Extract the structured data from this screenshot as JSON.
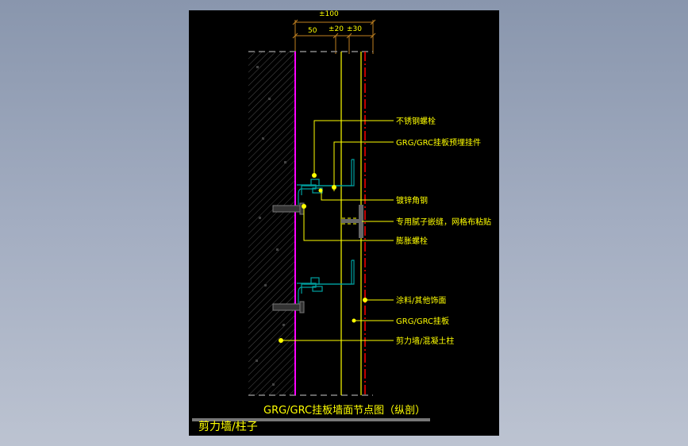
{
  "drawing": {
    "title": "GRG/GRC挂板墙面节点图（纵剖）",
    "subtitle": "剪力墙/柱子",
    "dimensions": {
      "total": "±100",
      "seg1": "50",
      "seg2": "±20",
      "seg3": "±30"
    },
    "labels": [
      {
        "id": "stainless-bolt",
        "text": "不锈钢螺栓"
      },
      {
        "id": "embedded-fitting",
        "text": "GRG/GRC挂板预埋挂件"
      },
      {
        "id": "galvanized-angle",
        "text": "镀锌角钢"
      },
      {
        "id": "putty-joint",
        "text": "专用腻子嵌缝，网格布粘贴"
      },
      {
        "id": "expansion-bolt",
        "text": "膨胀螺栓"
      },
      {
        "id": "paint-finish",
        "text": "涂料/其他饰面"
      },
      {
        "id": "grc-panel",
        "text": "GRG/GRC挂板"
      },
      {
        "id": "shear-wall",
        "text": "剪力墙/混凝土柱"
      }
    ],
    "colors": {
      "background": "#000000",
      "annotation": "#ffff00",
      "wall_line": "#ff00ff",
      "steel": "#00a0a0",
      "centerline": "#ff0000",
      "dimension": "#c08020",
      "hatch": "#555555"
    }
  }
}
